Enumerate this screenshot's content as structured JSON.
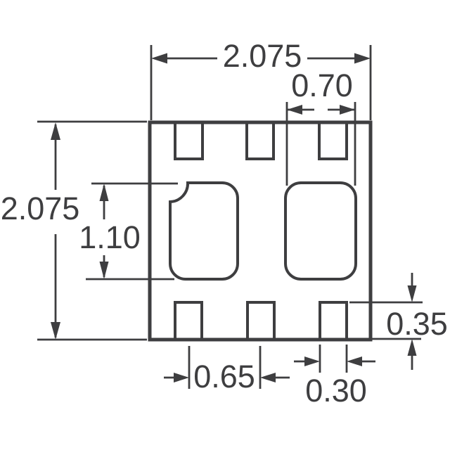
{
  "drawing": {
    "description": "Package land pattern dimension drawing",
    "colors": {
      "line": "#3e3e40",
      "background": "#ffffff"
    },
    "labels": {
      "body_width": "2.075",
      "body_height": "2.075",
      "top_pad_width": "0.70",
      "center_pad_height": "1.10",
      "edge_pad_height": "0.35",
      "pad_pitch": "0.65",
      "edge_pad_width": "0.30"
    }
  }
}
